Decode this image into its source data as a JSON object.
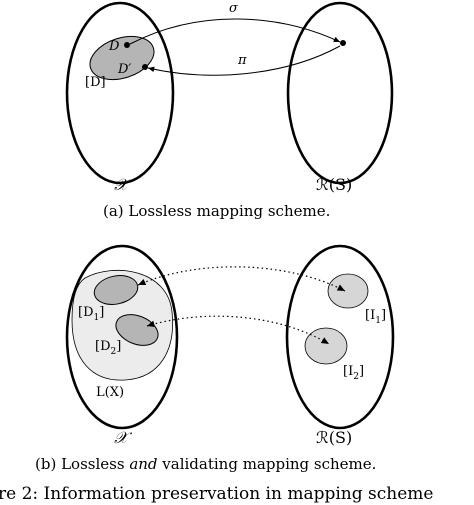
{
  "panel_a": {
    "labels": {
      "d": "D",
      "d_prime": "D′",
      "class": "[D]",
      "arrow_top": "σ",
      "arrow_bottom": "π",
      "left_space": "𝒳",
      "right_space": "ℛ(S)"
    },
    "caption": "(a)  Lossless mapping scheme."
  },
  "panel_b": {
    "labels": {
      "d1_base": "[D",
      "d1_sub": "1",
      "d1_close": "]",
      "d2_base": "[D",
      "d2_sub": "2",
      "d2_close": "]",
      "i1_base": "[I",
      "i1_sub": "1",
      "i1_close": "]",
      "i2_base": "[I",
      "i2_sub": "2",
      "i2_close": "]",
      "region": "L(X)",
      "left_space": "𝒳",
      "right_space": "ℛ(S)"
    },
    "caption_prefix": "(b)  Lossless ",
    "caption_emph": "and",
    "caption_suffix": " validating mapping scheme."
  },
  "figure_caption": "re 2:  Information preservation in mapping scheme",
  "colors": {
    "stroke": "#000000",
    "blob_fill": "#b5b5b5",
    "region_fill": "#ececec",
    "image_fill": "#d6d6d6"
  }
}
